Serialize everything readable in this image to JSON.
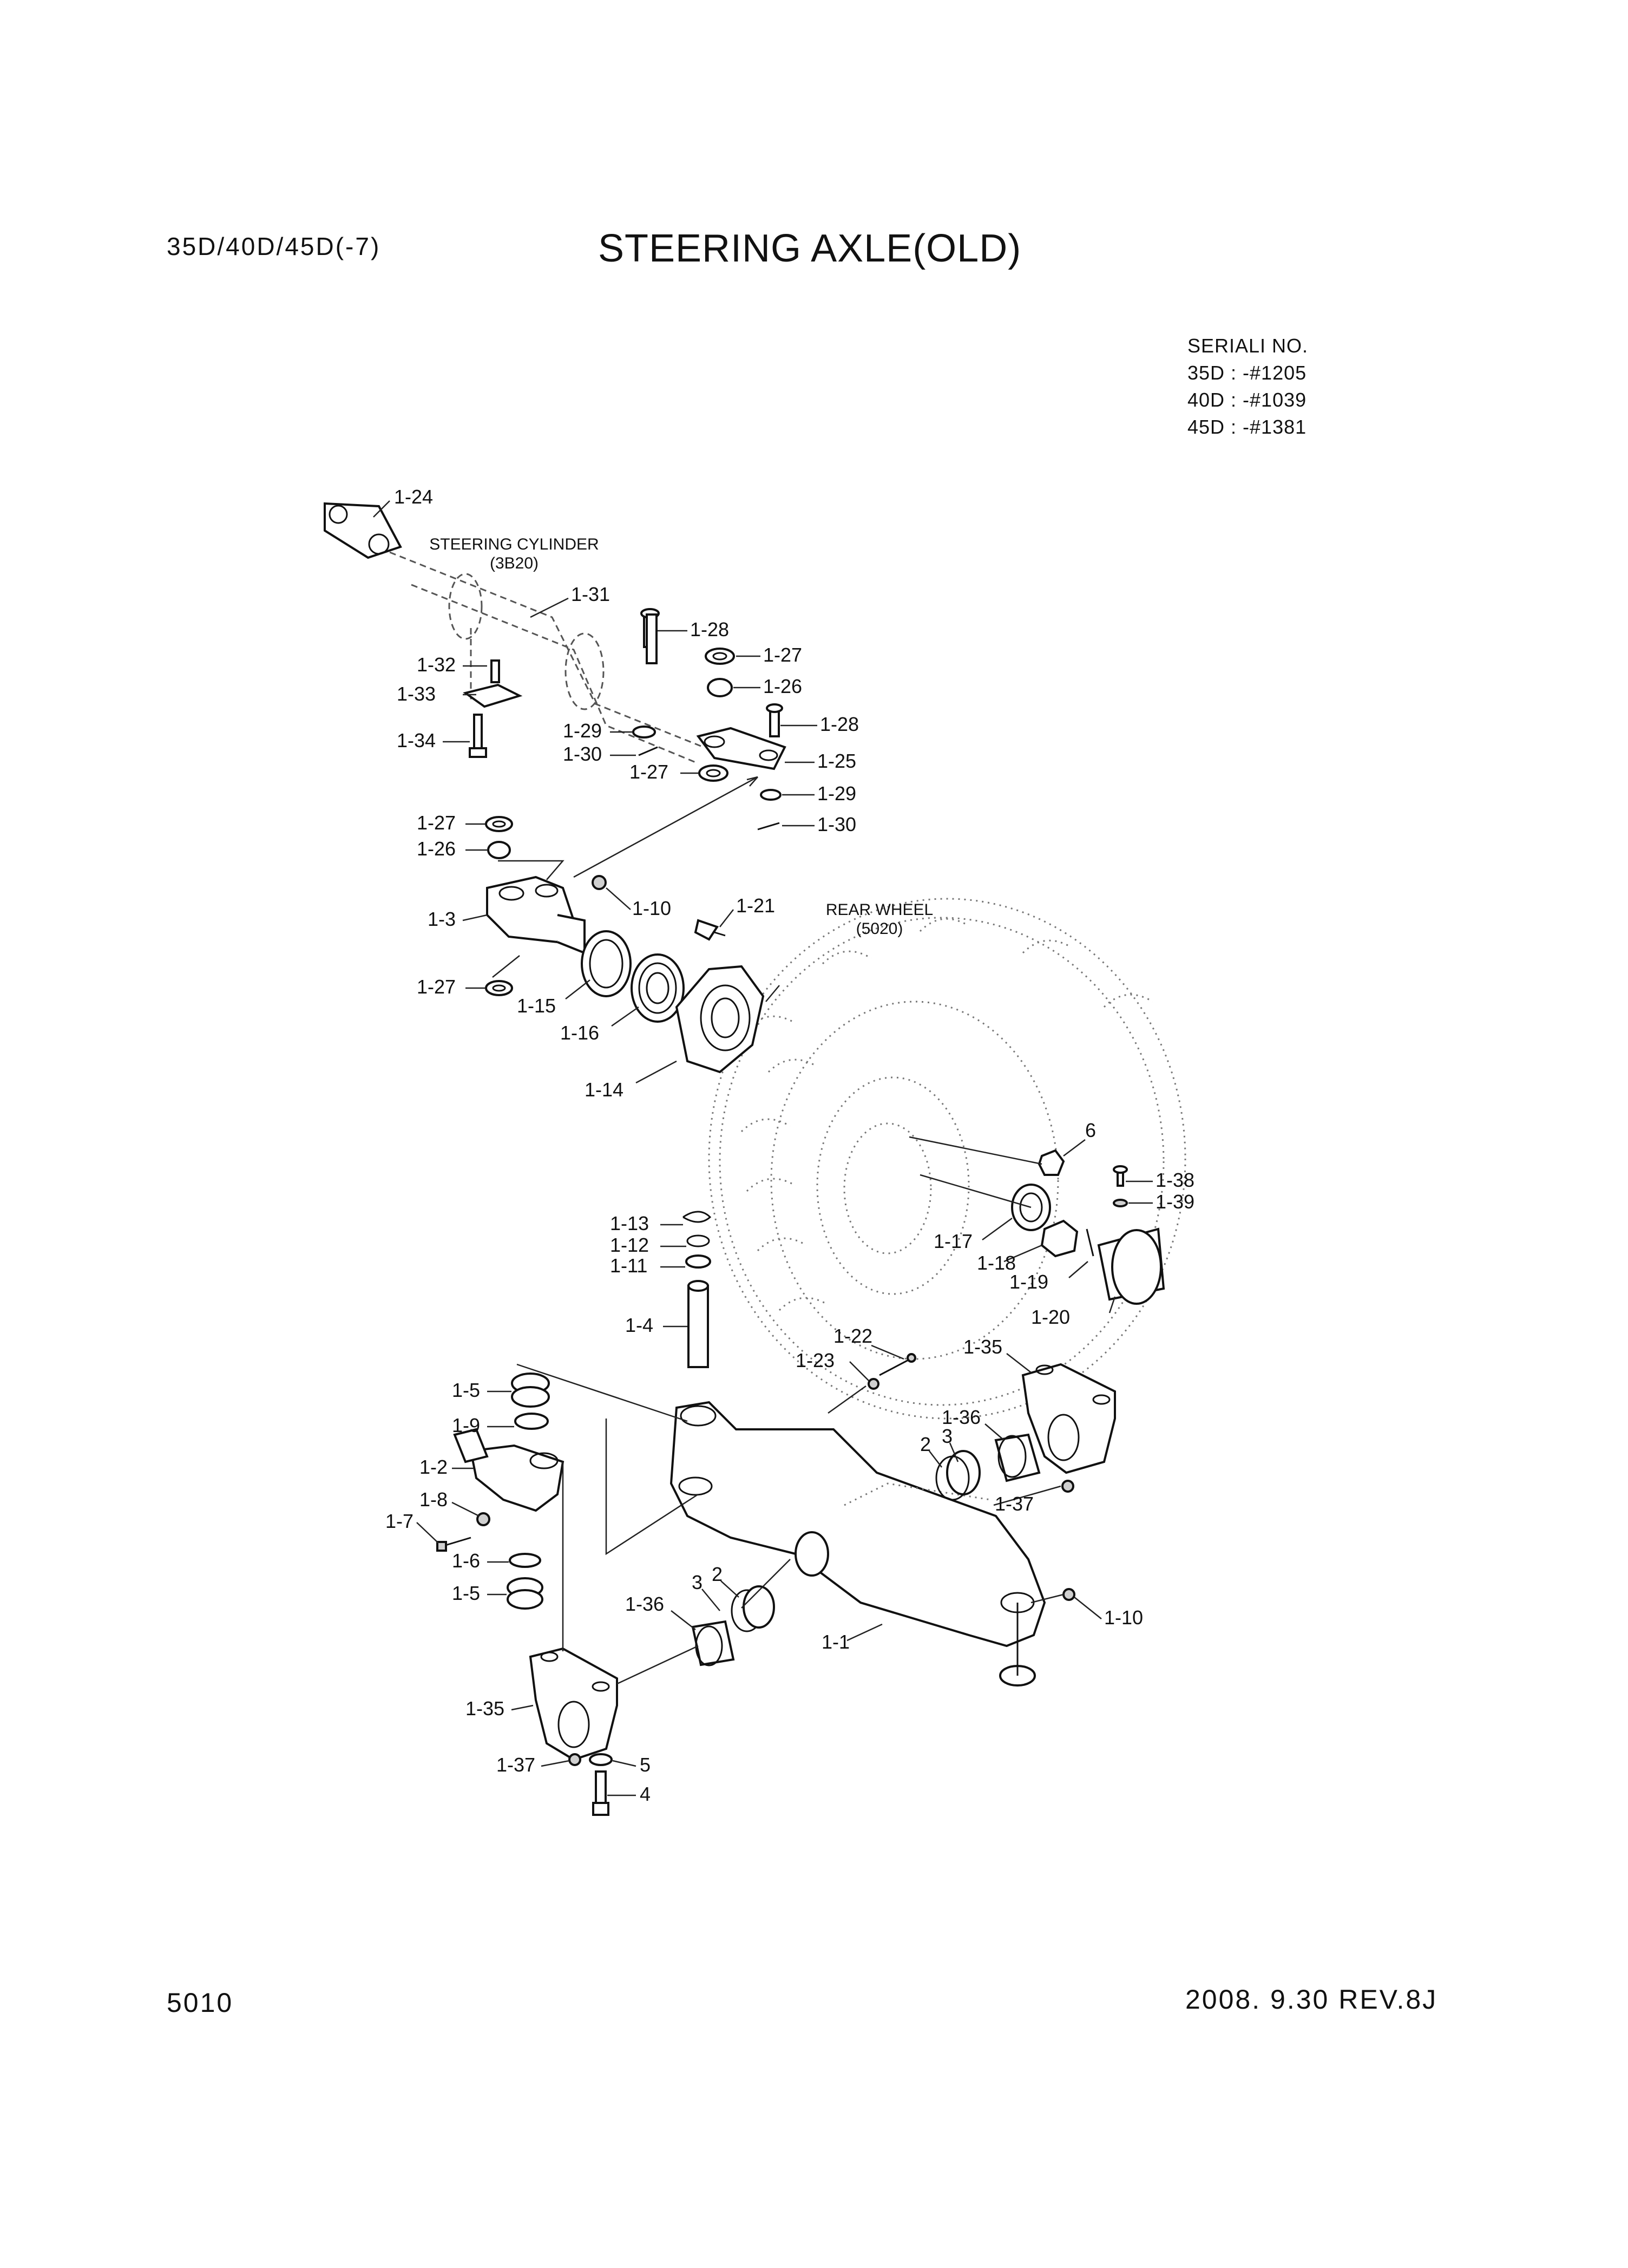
{
  "header": {
    "model": "35D/40D/45D(-7)",
    "title": "STEERING AXLE(OLD)",
    "serial": [
      "SERIALI NO.",
      "35D : -#1205",
      "40D : -#1039",
      "45D : -#1381"
    ]
  },
  "footer": {
    "page_number": "5010",
    "revision": "2008. 9.30  REV.8J"
  },
  "references": {
    "steering_cylinder": "STEERING CYLINDER",
    "steering_cylinder_code": "(3B20)",
    "rear_wheel": "REAR WHEEL",
    "rear_wheel_code": "(5020)"
  },
  "callouts": {
    "c1_24": "1-24",
    "c1_31": "1-31",
    "c1_28a": "1-28",
    "c1_27a": "1-27",
    "c1_26a": "1-26",
    "c1_32": "1-32",
    "c1_33": "1-33",
    "c1_34": "1-34",
    "c1_28b": "1-28",
    "c1_29a": "1-29",
    "c1_30a": "1-30",
    "c1_25": "1-25",
    "c1_27b": "1-27",
    "c1_29b": "1-29",
    "c1_30b": "1-30",
    "c1_27c": "1-27",
    "c1_26b": "1-26",
    "c1_10a": "1-10",
    "c1_21": "1-21",
    "c1_3": "1-3",
    "c1_27d": "1-27",
    "c1_15": "1-15",
    "c1_16": "1-16",
    "c1_14": "1-14",
    "c6": "6",
    "c1_38": "1-38",
    "c1_39": "1-39",
    "c1_13": "1-13",
    "c1_12": "1-12",
    "c1_11": "1-11",
    "c1_17": "1-17",
    "c1_18": "1-18",
    "c1_19": "1-19",
    "c1_20": "1-20",
    "c1_4": "1-4",
    "c1_22": "1-22",
    "c1_23": "1-23",
    "c1_35a": "1-35",
    "c1_5a": "1-5",
    "c1_9": "1-9",
    "c1_36a": "1-36",
    "c2a": "2",
    "c3a": "3",
    "c1_2": "1-2",
    "c1_8": "1-8",
    "c1_37a": "1-37",
    "c1_7": "1-7",
    "c1_6": "1-6",
    "c1_5b": "1-5",
    "c2b": "2",
    "c3b": "3",
    "c1_36b": "1-36",
    "c1_10b": "1-10",
    "c1_1": "1-1",
    "c1_35b": "1-35",
    "c1_37b": "1-37",
    "c5": "5",
    "c4": "4"
  }
}
